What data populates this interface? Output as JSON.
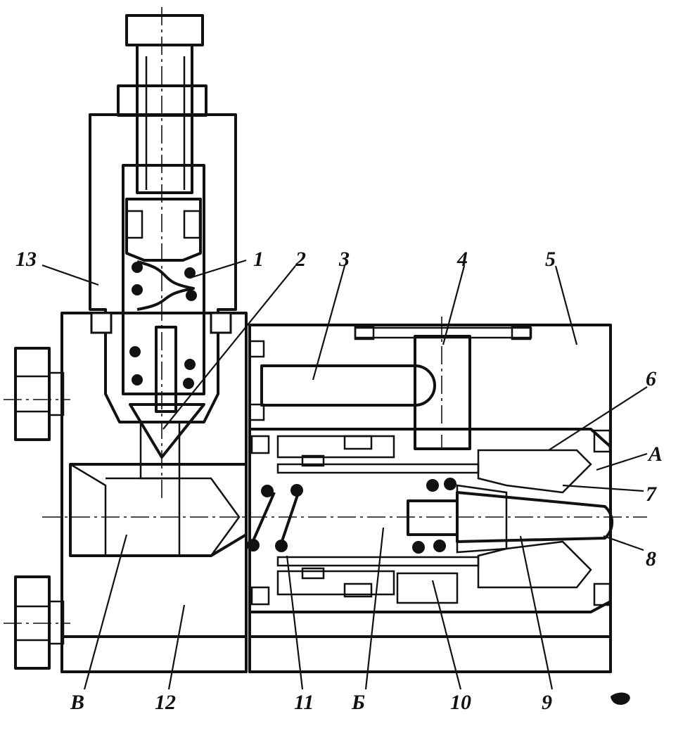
{
  "figure": {
    "labels": {
      "l1": "1",
      "l2": "2",
      "l3": "3",
      "l4": "4",
      "l5": "5",
      "l6": "6",
      "l7": "7",
      "l8": "8",
      "l9": "9",
      "l10": "10",
      "l11": "11",
      "l12": "12",
      "l13": "13",
      "lA": "А",
      "lB_cyr": "Б",
      "lV": "В"
    }
  }
}
